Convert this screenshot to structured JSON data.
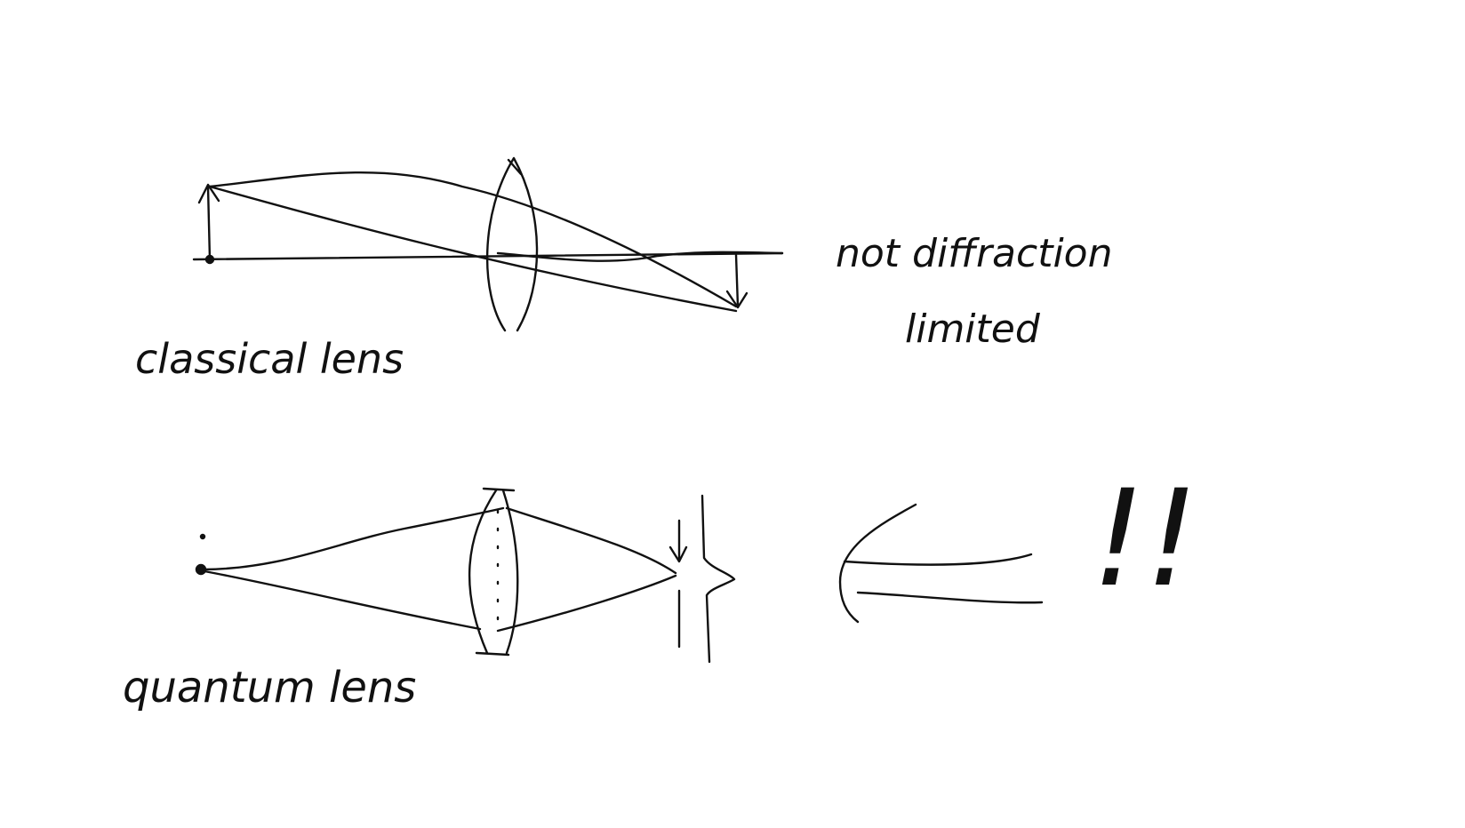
{
  "whiteboard": {
    "background": "#ffffff",
    "ink_color": "#111111",
    "labels": {
      "classical_lens": "classical lens",
      "not_diffraction": "not diffraction",
      "limited": "limited",
      "quantum_lens": "quantum lens",
      "exclamation": "!!"
    }
  }
}
